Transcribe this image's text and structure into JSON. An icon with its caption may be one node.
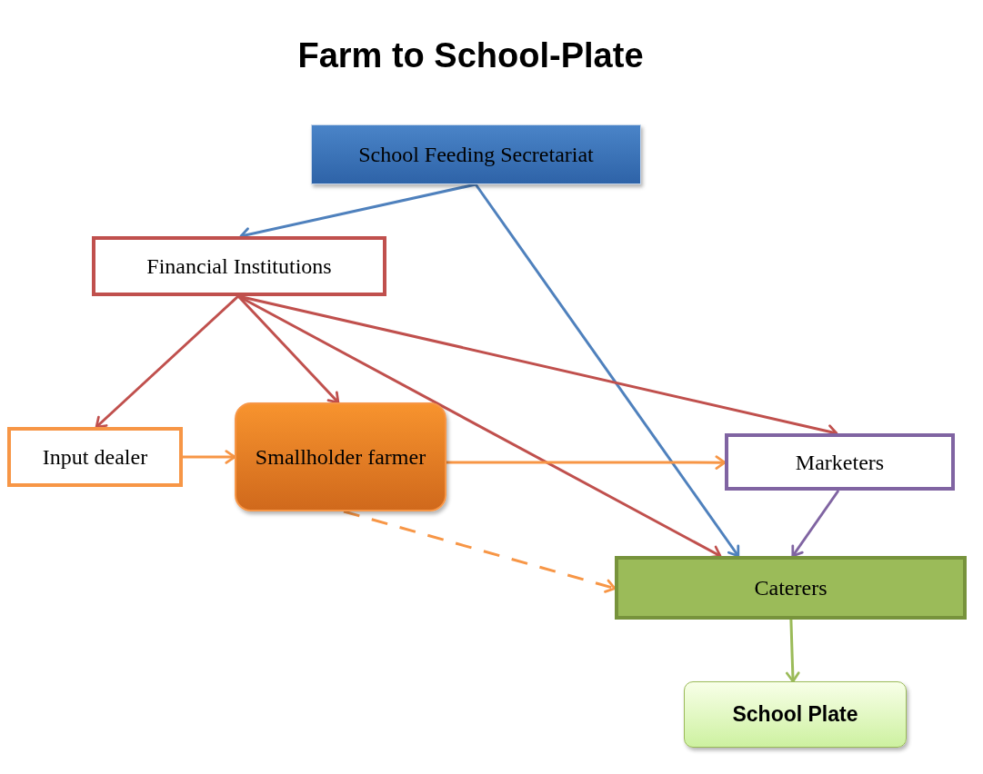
{
  "diagram": {
    "title": "Farm to School-Plate",
    "nodes": [
      {
        "text": [
          "School Feeding Secretariat"
        ]
      },
      {
        "text": [
          "Financial Institutions"
        ]
      },
      {
        "text": [
          "Input dealer"
        ]
      },
      {
        "text": [
          "Smallholder farmer"
        ]
      },
      {
        "text": [
          "Marketers"
        ]
      },
      {
        "text": [
          "Caterers"
        ]
      },
      {
        "text": [
          "School Plate"
        ]
      }
    ],
    "edges": [
      {
        "from": 0,
        "to": 1,
        "arrow": "to",
        "color": "#4f81bd"
      },
      {
        "from": 0,
        "to": 5,
        "arrow": "to",
        "color": "#4f81bd"
      },
      {
        "from": 1,
        "to": 2,
        "arrow": "to",
        "color": "#c0504d"
      },
      {
        "from": 1,
        "to": 3,
        "arrow": "to",
        "color": "#c0504d"
      },
      {
        "from": 1,
        "to": 5,
        "arrow": "to",
        "color": "#c0504d"
      },
      {
        "from": 1,
        "to": 4,
        "arrow": "to",
        "color": "#c0504d"
      },
      {
        "from": 2,
        "to": 3,
        "arrow": "to",
        "color": "#f79646"
      },
      {
        "from": 3,
        "to": 4,
        "arrow": "to",
        "color": "#f79646"
      },
      {
        "from": 4,
        "to": 5,
        "arrow": "to",
        "color": "#8064a2"
      },
      {
        "from": 3,
        "to": 5,
        "arrow": "to",
        "style": "dashed",
        "color": "#f79646"
      },
      {
        "from": 5,
        "to": 6,
        "arrow": "to",
        "color": "#9bbb59"
      }
    ]
  }
}
